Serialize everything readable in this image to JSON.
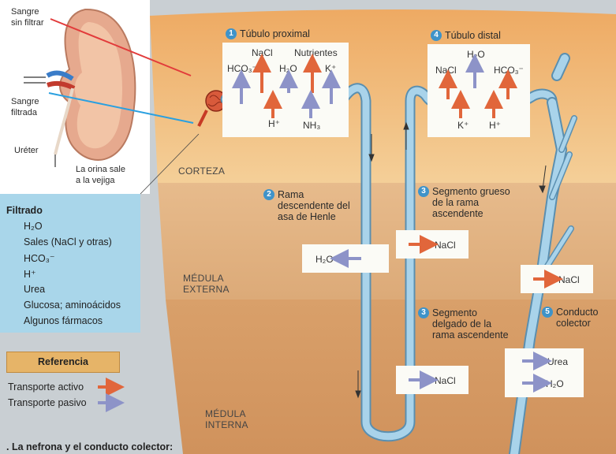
{
  "kidney": {
    "sangre_sin_filtrar": "Sangre\nsin filtrar",
    "sangre_filtrada": "Sangre\nfiltrada",
    "ureter": "Uréter",
    "orina": "La orina sale\na la vejiga"
  },
  "zones": {
    "corteza": "CORTEZA",
    "medula_externa": "MÉDULA\nEXTERNA",
    "medula_interna": "MÉDULA\nINTERNA"
  },
  "segments": {
    "s1": {
      "num": "1",
      "label": "Túbulo proximal"
    },
    "s2": {
      "num": "2",
      "label": "Rama\ndescendente del\nasa de Henle"
    },
    "s3a": {
      "num": "3",
      "label": "Segmento grueso\nde la rama\nascendente"
    },
    "s3b": {
      "num": "3",
      "label": "Segmento\ndelgado de la\nrama ascendente"
    },
    "s4": {
      "num": "4",
      "label": "Túbulo distal"
    },
    "s5": {
      "num": "5",
      "label": "Conducto\ncolector"
    }
  },
  "proximal_box": {
    "top": [
      "HCO₃⁻",
      "NaCl",
      "H₂O",
      "Nutrientes",
      "K⁺"
    ],
    "bottom": [
      "H⁺",
      "NH₃"
    ]
  },
  "distal_box": {
    "top": [
      "NaCl",
      "H₂O",
      "HCO₃⁻"
    ],
    "bottom": [
      "K⁺",
      "H⁺"
    ]
  },
  "transport_boxes": {
    "descending_h2o": "H₂O",
    "thick_nacl": "NaCl",
    "collector_nacl": "NaCl",
    "thin_nacl": "NaCl",
    "collector_urea": "Urea",
    "collector_h2o": "H₂O"
  },
  "filtrado": {
    "title": "Filtrado",
    "items": [
      "H₂O",
      "Sales (NaCl y otras)",
      "HCO₃⁻",
      "H⁺",
      "Urea",
      "Glucosa; aminoácidos",
      "Algunos fármacos"
    ]
  },
  "referencia": {
    "title": "Referencia",
    "activo": "Transporte activo",
    "pasivo": "Transporte pasivo"
  },
  "colors": {
    "active": "#e1663b",
    "passive": "#8d93c8",
    "tubule": "#8fc3df",
    "corteza": "#f2c68a",
    "medula_ext": "#e2b07c",
    "medula_int": "#d9a06a"
  },
  "caption": ". La nefrona y el conducto colector:"
}
